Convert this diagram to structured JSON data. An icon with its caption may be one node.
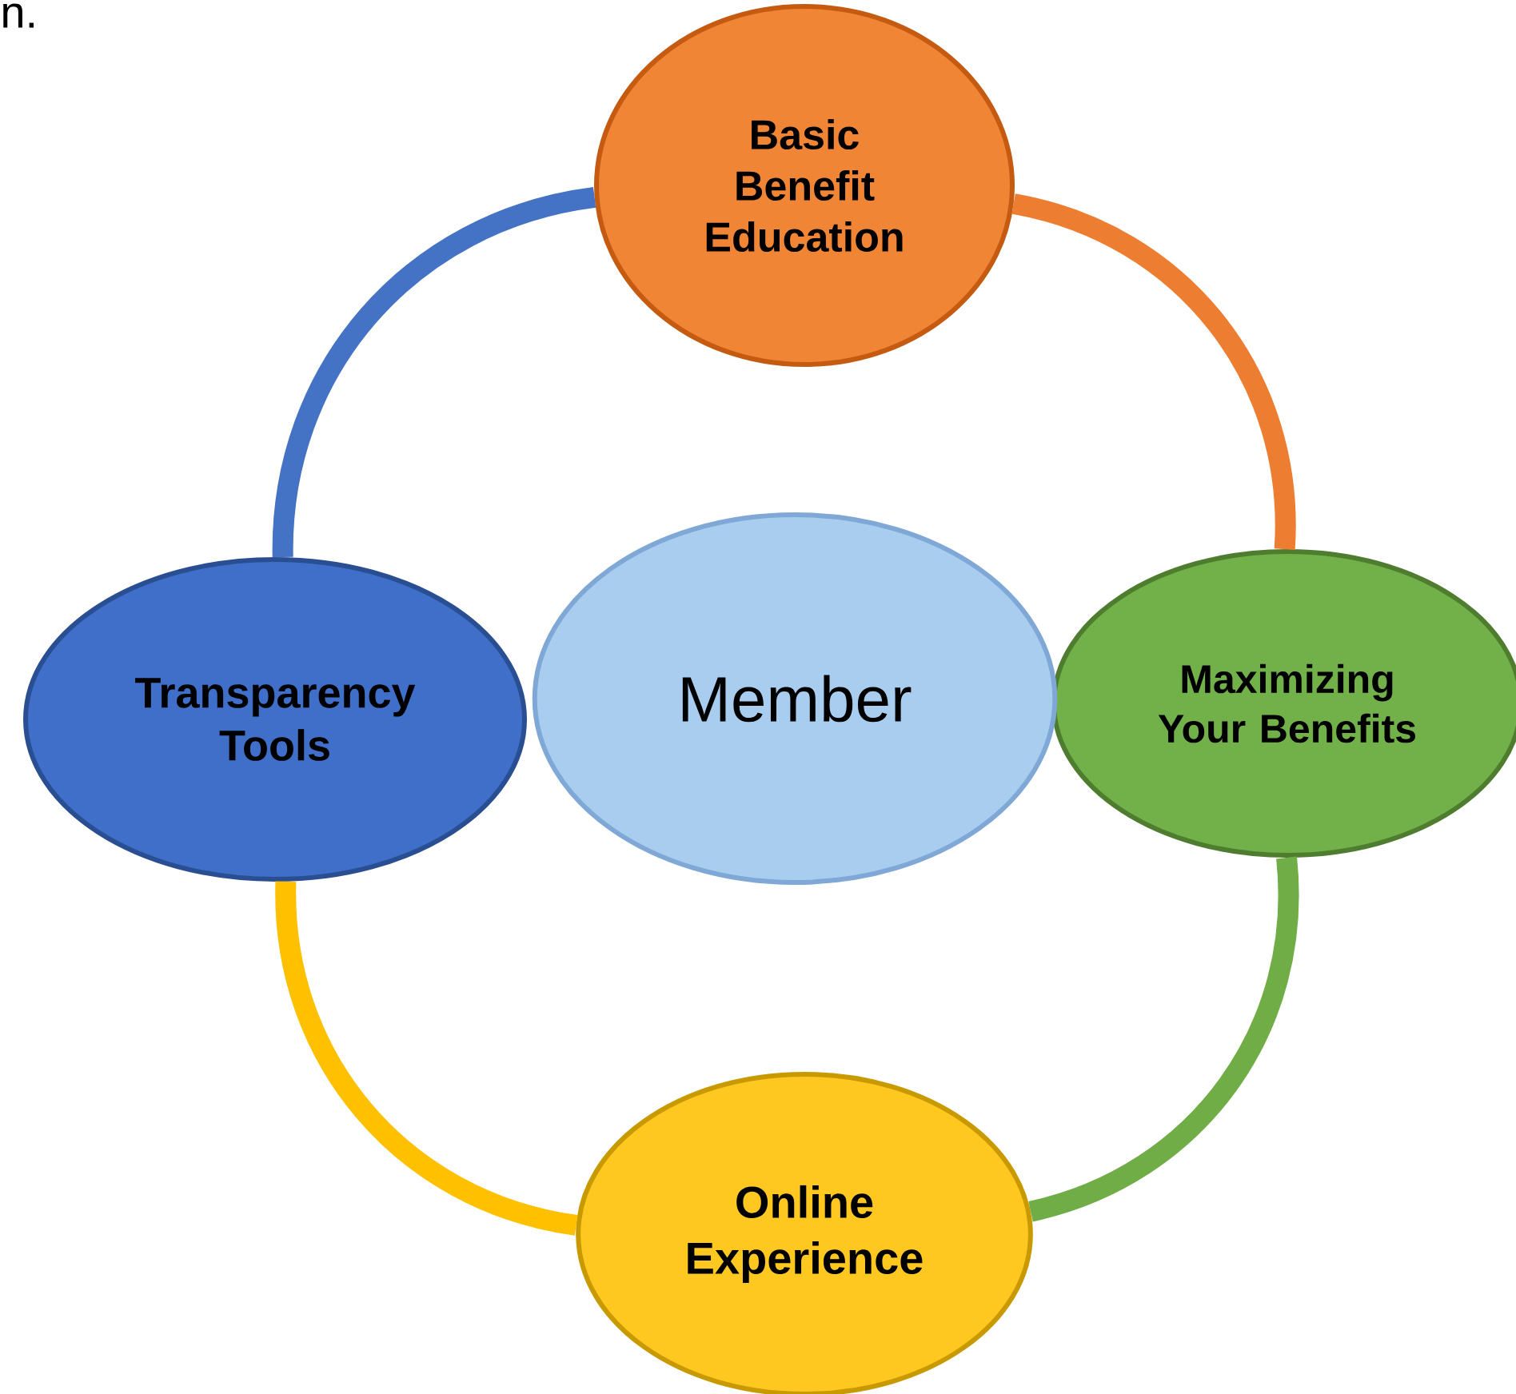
{
  "diagram": {
    "nodes": [
      {
        "text": [
          "Basic Benefit Education"
        ]
      },
      {
        "text": [
          "Maximizing Your Benefits"
        ]
      },
      {
        "text": [
          "Online Experience"
        ]
      },
      {
        "text": [
          "Transparency Tools"
        ]
      },
      {
        "text": [
          "Member"
        ]
      }
    ],
    "edges": [
      {
        "from": 0,
        "to": 1,
        "arrow": "none",
        "color": "#ed7d31"
      },
      {
        "from": 1,
        "to": 2,
        "arrow": "none",
        "color": "#70ad47"
      },
      {
        "from": 2,
        "to": 3,
        "arrow": "none",
        "color": "#ffc000"
      },
      {
        "from": 3,
        "to": 0,
        "arrow": "none",
        "color": "#4472c4"
      }
    ],
    "labels": [
      "n."
    ]
  }
}
